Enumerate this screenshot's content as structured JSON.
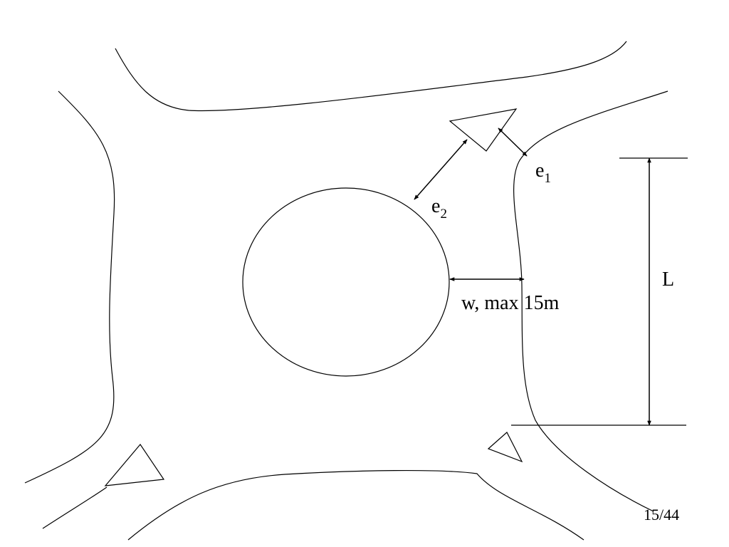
{
  "labels": {
    "e1_main": "e",
    "e1_sub": "1",
    "e2_main": "e",
    "e2_sub": "2",
    "w": "w, max 15m",
    "L": "L"
  },
  "page_number": "15/44"
}
